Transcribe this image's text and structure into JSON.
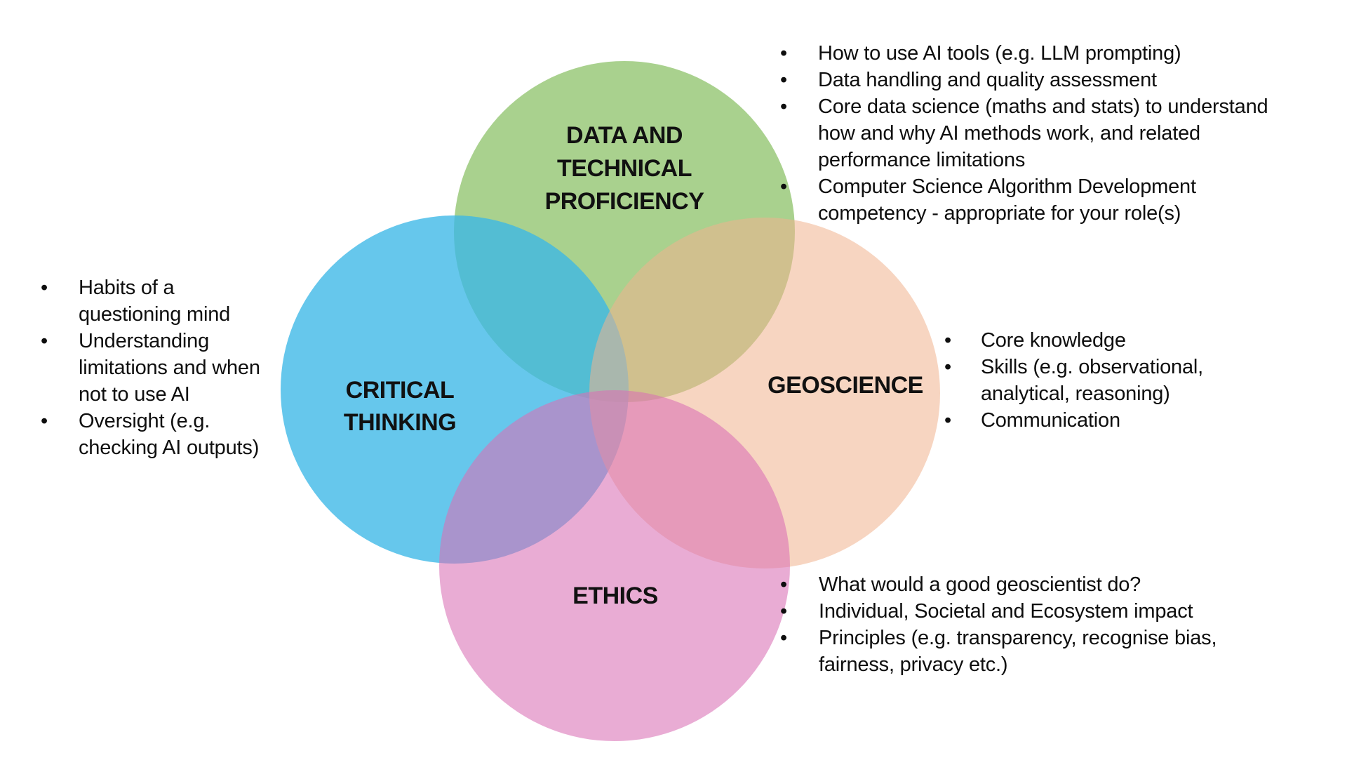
{
  "diagram": {
    "type": "venn",
    "background_color": "#ffffff",
    "text_color": "#0e0e0e",
    "circles": {
      "tech": {
        "label_lines": [
          "DATA AND",
          "TECHNICAL",
          "PROFICIENCY"
        ],
        "color": "#94c672",
        "fill_rgba": "rgba(148,198,114,0.80)"
      },
      "critical": {
        "label_lines": [
          "CRITICAL",
          "THINKING"
        ],
        "color": "#3bb7e7",
        "fill_rgba": "rgba(59,183,231,0.78)"
      },
      "geoscience": {
        "label_lines": [
          "GEOSCIENCE"
        ],
        "color": "#f0b38e",
        "fill_rgba": "rgba(240,179,142,0.55)"
      },
      "ethics": {
        "label_lines": [
          "ETHICS"
        ],
        "color": "#d970b5",
        "fill_rgba": "rgba(217,112,181,0.58)"
      }
    }
  },
  "labels": {
    "tech_line1": "DATA AND",
    "tech_line2": "TECHNICAL",
    "tech_line3": "PROFICIENCY",
    "critical_line1": "CRITICAL",
    "critical_line2": "THINKING",
    "geoscience_line1": "GEOSCIENCE",
    "ethics_line1": "ETHICS"
  },
  "bullet_blocks": {
    "tech": {
      "lines": [
        {
          "m": "•",
          "t": "How to use AI tools (e.g. LLM prompting)"
        },
        {
          "m": "•",
          "t": "Data handling and quality assessment"
        },
        {
          "m": "•",
          "t": "Core data science (maths and stats) to understand"
        },
        {
          "m": "",
          "t": "how and why AI methods work, and related"
        },
        {
          "m": "",
          "t": "performance limitations"
        },
        {
          "m": "•",
          "t": "Computer Science Algorithm Development"
        },
        {
          "m": "",
          "t": "competency - appropriate for your role(s)"
        }
      ]
    },
    "critical": {
      "lines": [
        {
          "m": "•",
          "t": "Habits of a"
        },
        {
          "m": "",
          "t": "questioning mind"
        },
        {
          "m": "•",
          "t": "Understanding"
        },
        {
          "m": "",
          "t": "limitations and when"
        },
        {
          "m": "",
          "t": "not to use AI"
        },
        {
          "m": "•",
          "t": "Oversight (e.g."
        },
        {
          "m": "",
          "t": "checking AI outputs)"
        }
      ]
    },
    "geoscience": {
      "lines": [
        {
          "m": "•",
          "t": "Core knowledge"
        },
        {
          "m": "•",
          "t": "Skills (e.g. observational,"
        },
        {
          "m": "",
          "t": "analytical, reasoning)"
        },
        {
          "m": "•",
          "t": "Communication"
        }
      ]
    },
    "ethics": {
      "lines": [
        {
          "m": "•",
          "t": "What would a good geoscientist do?"
        },
        {
          "m": "•",
          "t": "Individual, Societal and Ecosystem impact"
        },
        {
          "m": "•",
          "t": "Principles (e.g. transparency, recognise bias,"
        },
        {
          "m": "",
          "t": "fairness, privacy etc.)"
        }
      ]
    }
  }
}
